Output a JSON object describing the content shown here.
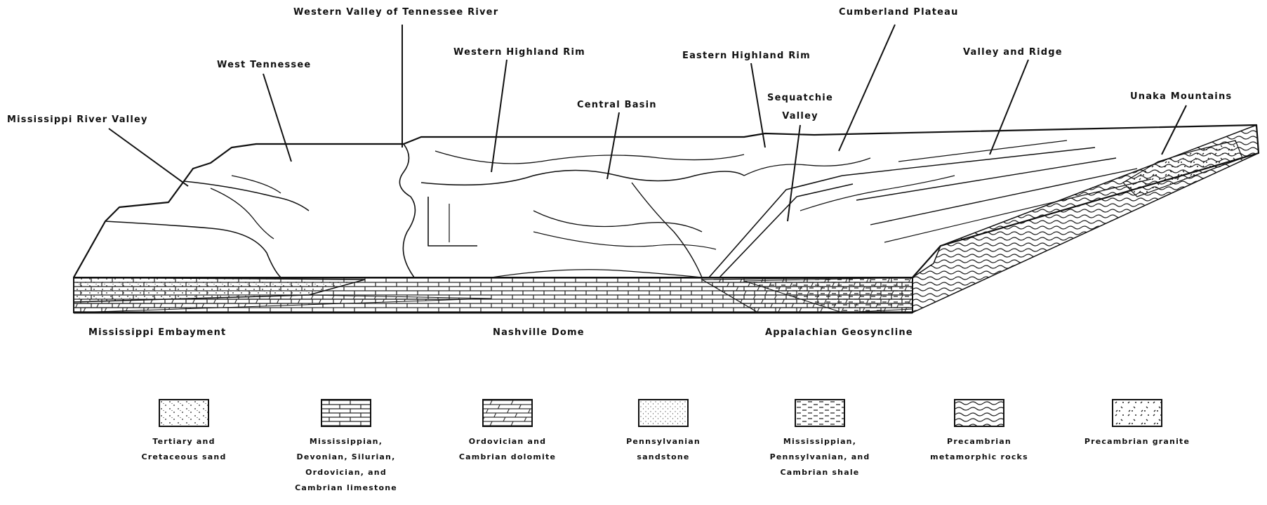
{
  "diagram": {
    "region_labels": {
      "mississippi_river_valley": "Mississippi River Valley",
      "west_tennessee": "West Tennessee",
      "western_valley": "Western Valley of Tennessee River",
      "western_highland_rim": "Western Highland Rim",
      "central_basin": "Central Basin",
      "eastern_highland_rim": "Eastern Highland Rim",
      "sequatchie_valley_line1": "Sequatchie",
      "sequatchie_valley_line2": "Valley",
      "cumberland_plateau": "Cumberland Plateau",
      "valley_and_ridge": "Valley and Ridge",
      "unaka_mountains": "Unaka Mountains"
    },
    "structure_labels": {
      "mississippi_embayment": "Mississippi Embayment",
      "nashville_dome": "Nashville Dome",
      "appalachian_geosyncline": "Appalachian Geosyncline"
    }
  },
  "legend": [
    {
      "id": "tertiary-cretaceous-sand",
      "pattern": "dots",
      "lines": [
        "Tertiary and",
        "Cretaceous sand"
      ]
    },
    {
      "id": "mississippian-limestone",
      "pattern": "brick",
      "lines": [
        "Mississippian,",
        "Devonian, Silurian,",
        "Ordovician, and",
        "Cambrian limestone"
      ]
    },
    {
      "id": "ordovician-cambrian-dolomite",
      "pattern": "slant-brick",
      "lines": [
        "Ordovician and",
        "Cambrian dolomite"
      ]
    },
    {
      "id": "pennsylvanian-sandstone",
      "pattern": "fine-dots",
      "lines": [
        "Pennsylvanian",
        "sandstone"
      ]
    },
    {
      "id": "mississippian-shale",
      "pattern": "dashes",
      "lines": [
        "Mississippian,",
        "Pennsylvanian, and",
        "Cambrian shale"
      ]
    },
    {
      "id": "precambrian-metamorphic",
      "pattern": "waves",
      "lines": [
        "Precambrian",
        "metamorphic rocks"
      ]
    },
    {
      "id": "precambrian-granite",
      "pattern": "granite",
      "lines": [
        "Precambrian granite"
      ]
    }
  ]
}
